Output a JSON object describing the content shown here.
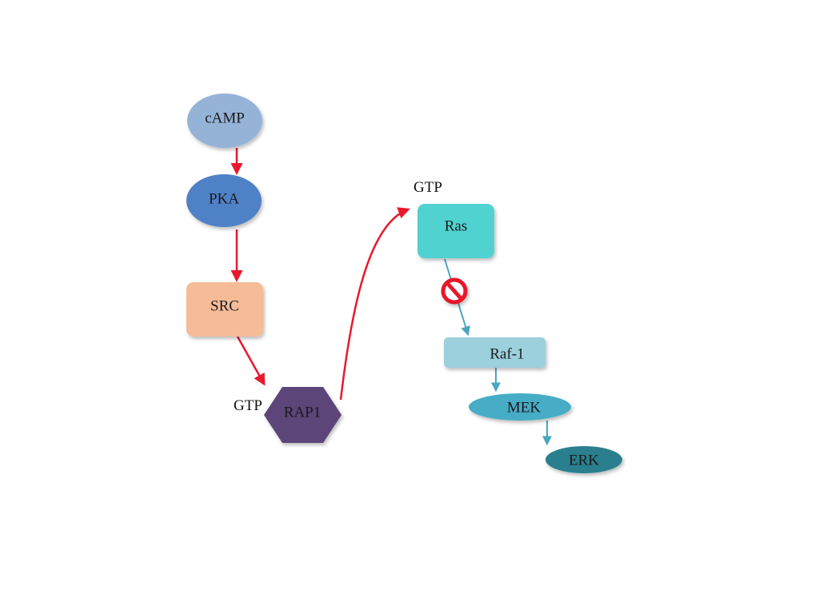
{
  "nodes": {
    "camp": {
      "label": "cAMP",
      "color": "#95b3d7"
    },
    "pka": {
      "label": "PKA",
      "color": "#4f81c7"
    },
    "src": {
      "label": "SRC",
      "color": "#f6bc98"
    },
    "rap1": {
      "label": "RAP1",
      "color": "#5b4479"
    },
    "ras": {
      "label": "Ras",
      "color": "#4fd2d0"
    },
    "raf1": {
      "label": "Raf-1",
      "color": "#9bd0dc"
    },
    "mek": {
      "label": "MEK",
      "color": "#46acc6"
    },
    "erk": {
      "label": "ERK",
      "color": "#2a7f8e"
    }
  },
  "labels": {
    "gtp_rap1": "GTP",
    "gtp_ras": "GTP"
  },
  "colors": {
    "activation_arrow": "#e8192c",
    "cascade_arrow": "#4aa6c0",
    "inhibition_symbol": "#e8192c"
  },
  "icons": {
    "inhibition": "prohibition-sign-icon"
  }
}
